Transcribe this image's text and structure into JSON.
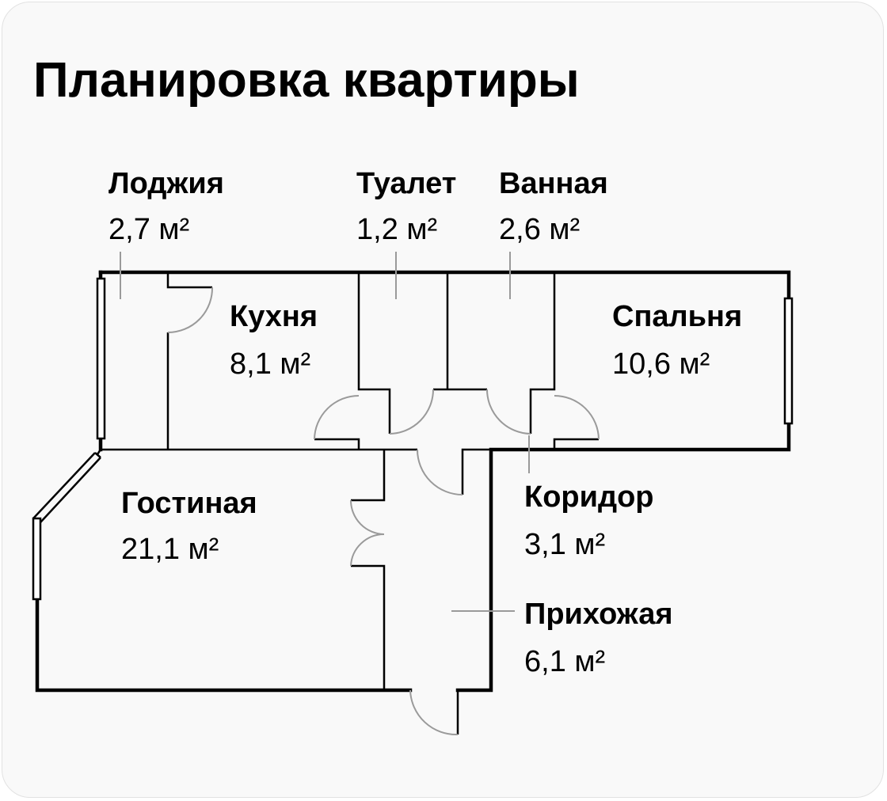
{
  "title": "Планировка квартиры",
  "rooms": [
    {
      "name": "Лоджия",
      "area": "2,7 м²"
    },
    {
      "name": "Туалет",
      "area": "1,2 м²"
    },
    {
      "name": "Ванная",
      "area": "2,6 м²"
    },
    {
      "name": "Кухня",
      "area": "8,1 м²"
    },
    {
      "name": "Спальня",
      "area": "10,6 м²"
    },
    {
      "name": "Гостиная",
      "area": "21,1 м²"
    },
    {
      "name": "Коридор",
      "area": "3,1 м²"
    },
    {
      "name": "Прихожая",
      "area": "6,1 м²"
    }
  ]
}
